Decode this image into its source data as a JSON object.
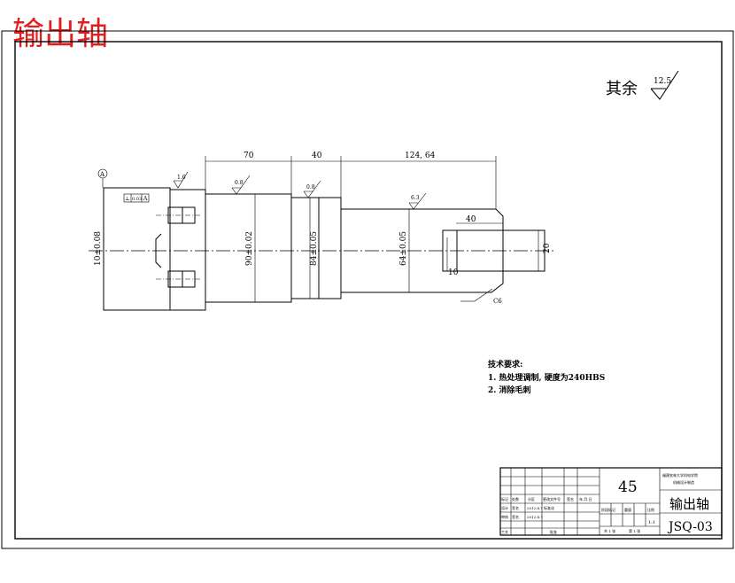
{
  "header": {
    "title": "输出轴",
    "title_color": "#e02020"
  },
  "roughness_note": {
    "label": "其余",
    "value": "12.5"
  },
  "dimensions": {
    "len_70": "70",
    "len_40": "40",
    "len_124": "124, 64",
    "keyway_len": "40",
    "keyway_depth": "10",
    "key_width": "20",
    "dia_first": "10±0.08",
    "dia_second": "90±0.02",
    "dia_third": "84±0.05",
    "dia_fourth": "64±0.05",
    "chamfer": "C6"
  },
  "datum": {
    "label": "A"
  },
  "tolerance_frame": {
    "symbol": "⊥",
    "value": "0.03",
    "datum": "A"
  },
  "roughness_marks": {
    "r1": "1.6",
    "r2": "0.8",
    "r3": "0.8",
    "r4": "6.3"
  },
  "tech_requirements": {
    "heading": "技术要求:",
    "item1": "1. 热处理调制, 硬度为240HBS",
    "item2": "2. 消除毛刺"
  },
  "title_block": {
    "material": "45",
    "part_name": "输出轴",
    "drawing_no": "JSQ-03",
    "scale": "1:1",
    "school": "福建农林大学机电学院",
    "dept": "机械设计制造",
    "row_labels": [
      "标记",
      "处数",
      "分区",
      "更改文件号",
      "签名",
      "年.月.日"
    ],
    "designer": [
      "设计",
      "签名",
      "2012.4.7",
      "标准化"
    ],
    "checker": [
      "审核",
      "签名",
      "2012.4.7"
    ],
    "craft": [
      "工艺",
      "批准"
    ],
    "stage_labels": [
      "阶段标记",
      "重量",
      "比例"
    ],
    "sheet": [
      "共 1 张",
      "第 1 张"
    ]
  }
}
